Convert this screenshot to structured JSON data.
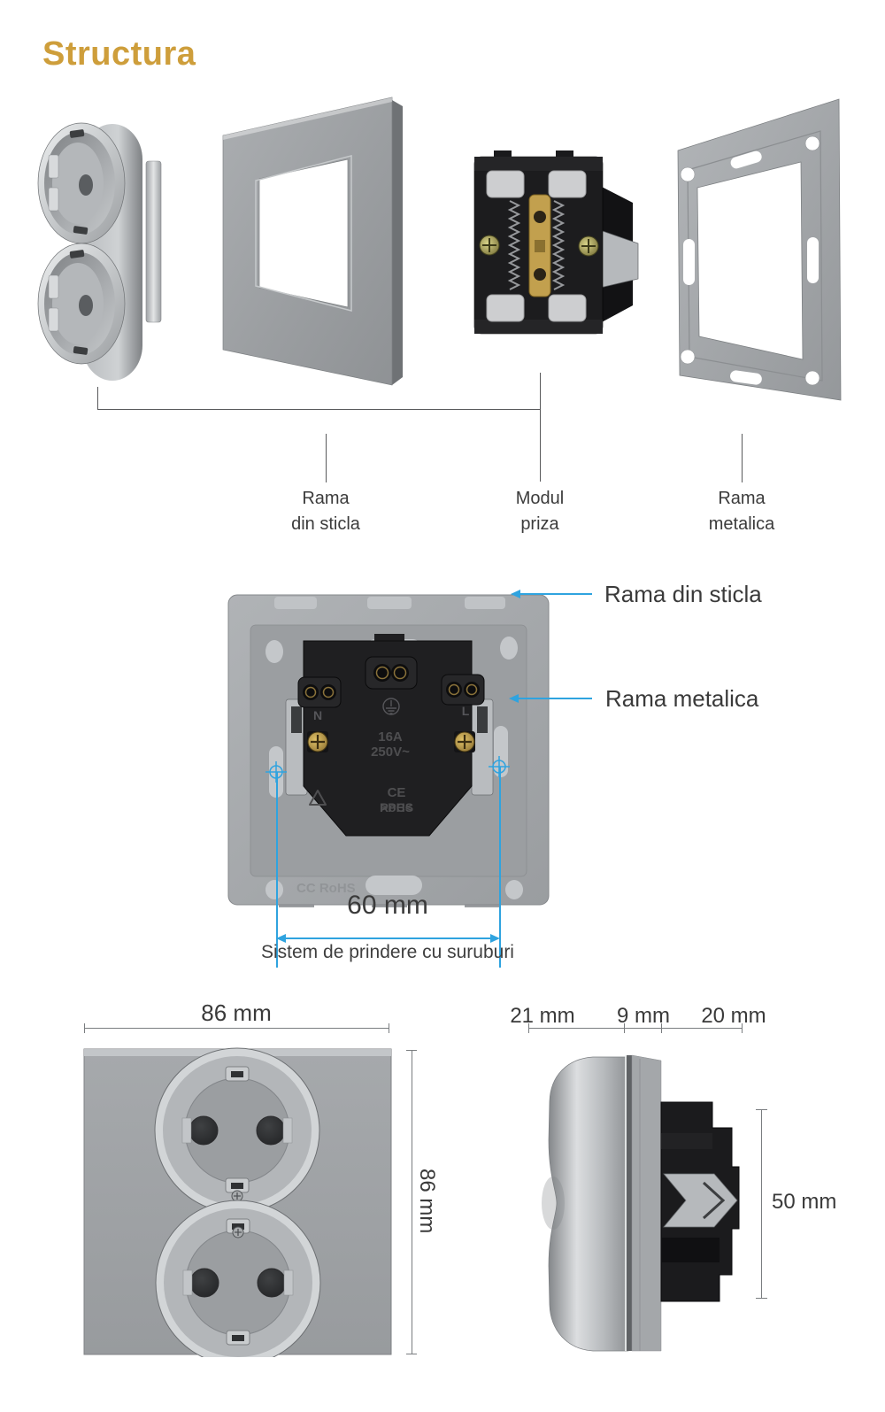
{
  "title": "Structura",
  "colors": {
    "title_gold": "#CE9E3B",
    "accent_blue": "#2FA3DF",
    "text_dark": "#3A3A3A"
  },
  "exploded": {
    "labels": [
      {
        "l1": "Rama",
        "l2": "din sticla"
      },
      {
        "l1": "Modul",
        "l2": "priza"
      },
      {
        "l1": "Rama",
        "l2": "metalica"
      }
    ]
  },
  "back_view": {
    "callout_glass": "Rama din sticla",
    "callout_metal": "Rama metalica",
    "dim_span": "60 mm",
    "dim_caption": "Sistem de prindere cu suruburi",
    "markings": {
      "neutral": "N",
      "live": "L",
      "amp": "16A",
      "volt": "250V~",
      "ce": "CE",
      "rohs": "RoHS",
      "material": ">PC<",
      "emboss": "CC RoHS"
    }
  },
  "front_view": {
    "dim_width": "86 mm",
    "dim_height": "86 mm"
  },
  "side_view": {
    "dim_front": "21 mm",
    "dim_mid": "9 mm",
    "dim_back": "20 mm",
    "dim_height": "50 mm"
  }
}
